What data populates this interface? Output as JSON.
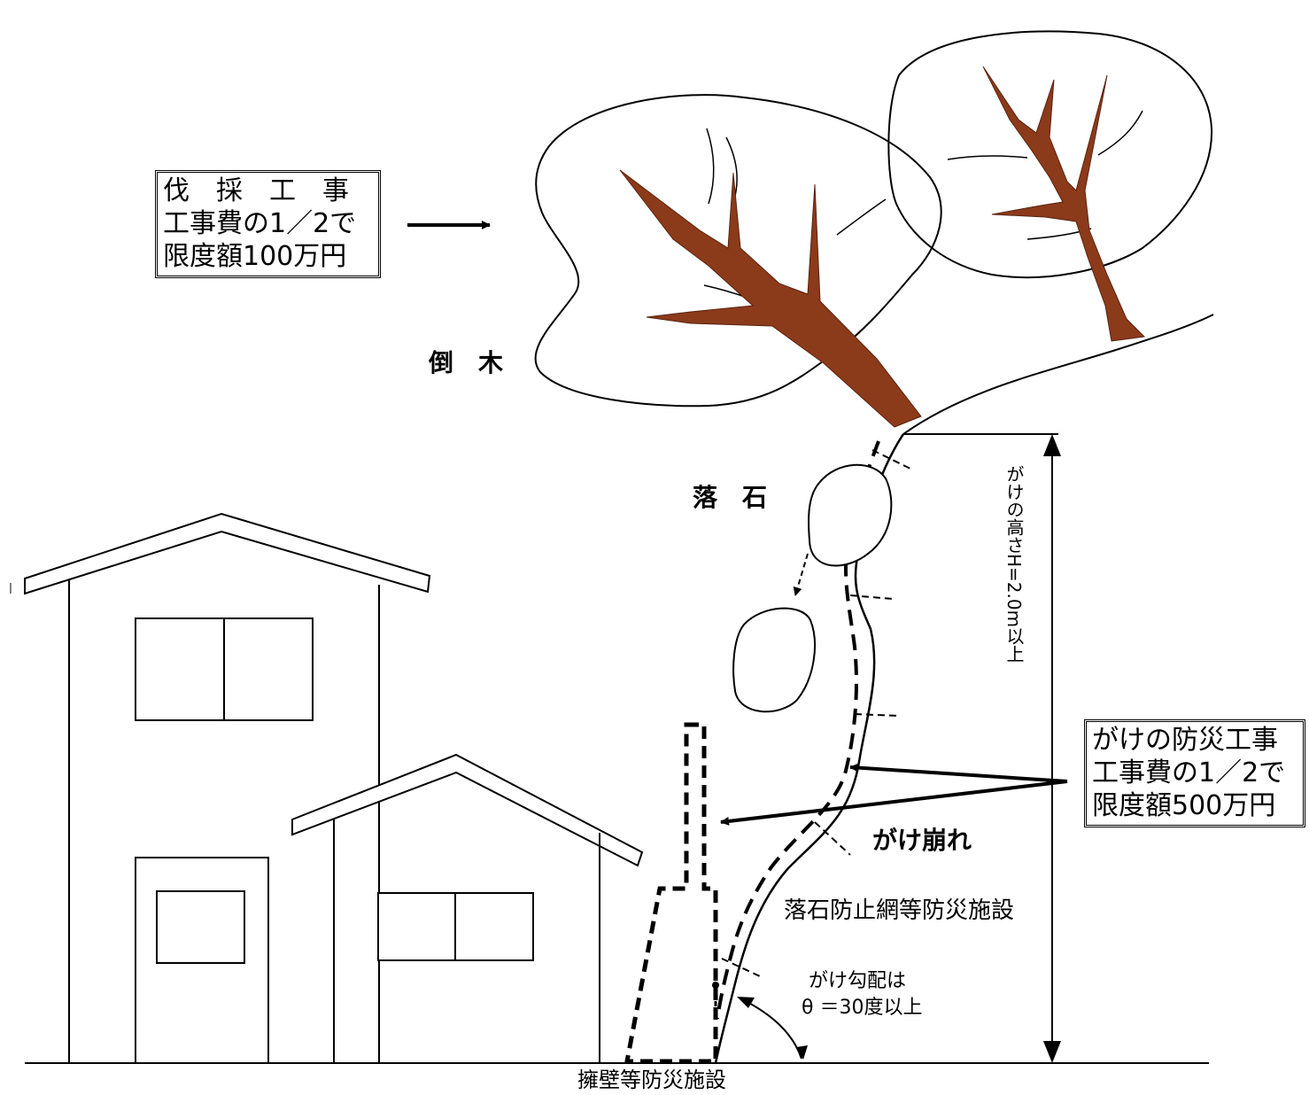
{
  "felling_box": {
    "line1": "伐　採　工　事",
    "line2": "工事費の1／2で",
    "line3": "限度額100万円"
  },
  "cliff_box": {
    "line1": "がけの防災工事",
    "line2": "工事費の1／2で",
    "line3": "限度額500万円"
  },
  "labels": {
    "fallen_tree": "倒　木",
    "falling_rock": "落　石",
    "cliff_collapse": "がけ崩れ",
    "rockfall_net": "落石防止網等防災施設",
    "slope_line1": "がけ勾配は",
    "slope_line2": "θ ＝30度以上",
    "retaining_wall": "擁壁等防災施設",
    "cliff_height": "がけの高さH=2.0m以上"
  },
  "colors": {
    "trunk": "#8b3a1a",
    "line": "#000000",
    "background": "#ffffff"
  }
}
